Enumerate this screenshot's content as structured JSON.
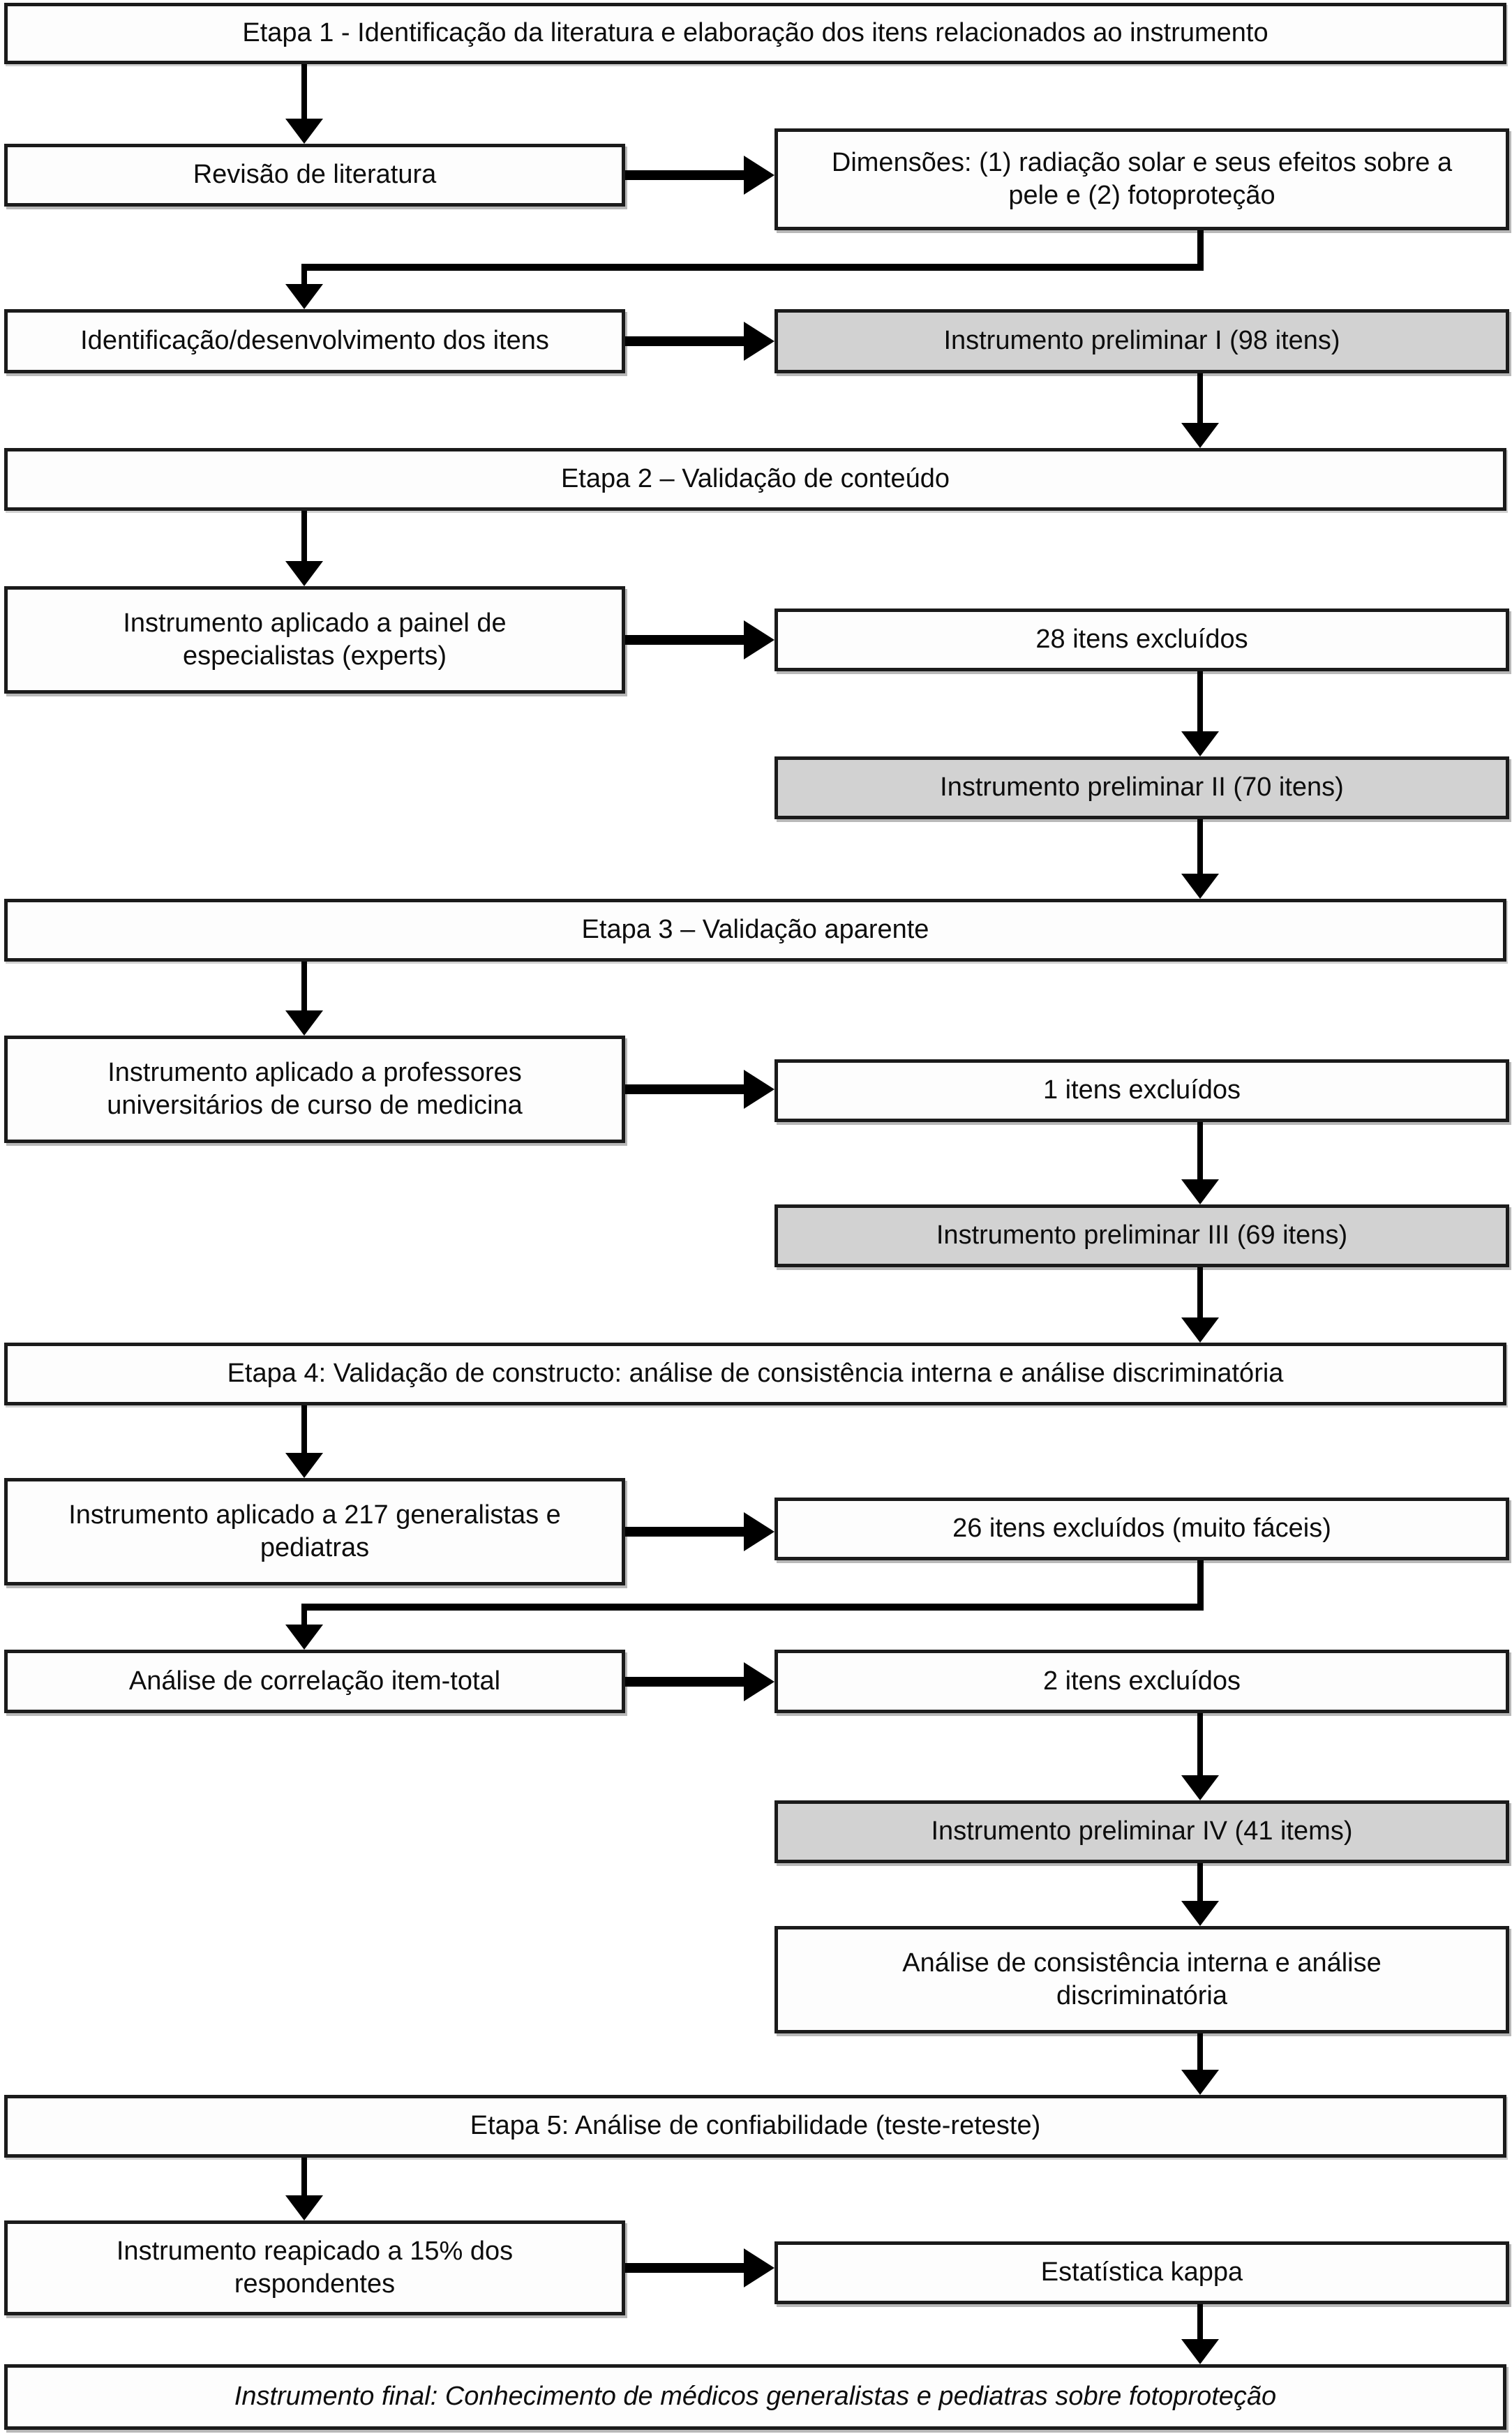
{
  "figure": {
    "description": "Fluxograma de desenvolvimento e validação de instrumento sobre fotoproteção",
    "colors": {
      "background": "#ffffff",
      "box_fill_white": "#fdfdfd",
      "box_fill_gray": "#d2d2d2",
      "box_border": "#1b1b1b",
      "arrow": "#000000",
      "text": "#0d0d0d"
    }
  },
  "nodes": {
    "etapa1": {
      "label": "Etapa 1 - Identificação da literatura e elaboração dos itens relacionados ao instrumento",
      "type": "stage-banner"
    },
    "revisao": {
      "label": "Revisão de literatura",
      "type": "process"
    },
    "dimensoes": {
      "label": "Dimensões: (1) radiação solar e seus efeitos sobre a pele e (2) fotoproteção",
      "type": "result"
    },
    "identificacao": {
      "label": "Identificação/desenvolvimento dos itens",
      "type": "process"
    },
    "preliminar1": {
      "label": "Instrumento preliminar I (98 itens)",
      "type": "instrument-version"
    },
    "etapa2": {
      "label": "Etapa 2 – Validação de conteúdo",
      "type": "stage-banner"
    },
    "especialistas": {
      "label": "Instrumento aplicado a painel de especialistas (experts)",
      "type": "process"
    },
    "excluidos28": {
      "label": "28 itens excluídos",
      "type": "result"
    },
    "preliminar2": {
      "label": "Instrumento preliminar II (70 itens)",
      "type": "instrument-version"
    },
    "etapa3": {
      "label": "Etapa 3 – Validação aparente",
      "type": "stage-banner"
    },
    "professores": {
      "label": "Instrumento aplicado a professores universitários de curso de medicina",
      "type": "process"
    },
    "excluidos1": {
      "label": "1 itens excluídos",
      "type": "result"
    },
    "preliminar3": {
      "label": "Instrumento preliminar III (69 itens)",
      "type": "instrument-version"
    },
    "etapa4": {
      "label": "Etapa 4: Validação de constructo: análise de consistência interna e análise discriminatória",
      "type": "stage-banner"
    },
    "generalistas": {
      "label": "Instrumento aplicado a 217 generalistas e pediatras",
      "type": "process"
    },
    "excluidos26": {
      "label": "26 itens excluídos (muito fáceis)",
      "type": "result"
    },
    "correlacao": {
      "label": "Análise de correlação item-total",
      "type": "process"
    },
    "excluidos2": {
      "label": "2 itens excluídos",
      "type": "result"
    },
    "preliminar4": {
      "label": "Instrumento preliminar IV (41 items)",
      "type": "instrument-version"
    },
    "consistencia": {
      "label": "Análise de consistência interna e análise discriminatória",
      "type": "process"
    },
    "etapa5": {
      "label": "Etapa 5: Análise de confiabilidade (teste-reteste)",
      "type": "stage-banner"
    },
    "reaplicado": {
      "label": "Instrumento reapicado a 15% dos respondentes",
      "type": "process"
    },
    "kappa": {
      "label": "Estatística kappa",
      "type": "result"
    },
    "final": {
      "label": "Instrumento final: Conhecimento de médicos generalistas e pediatras sobre fotoproteção",
      "type": "final"
    }
  }
}
